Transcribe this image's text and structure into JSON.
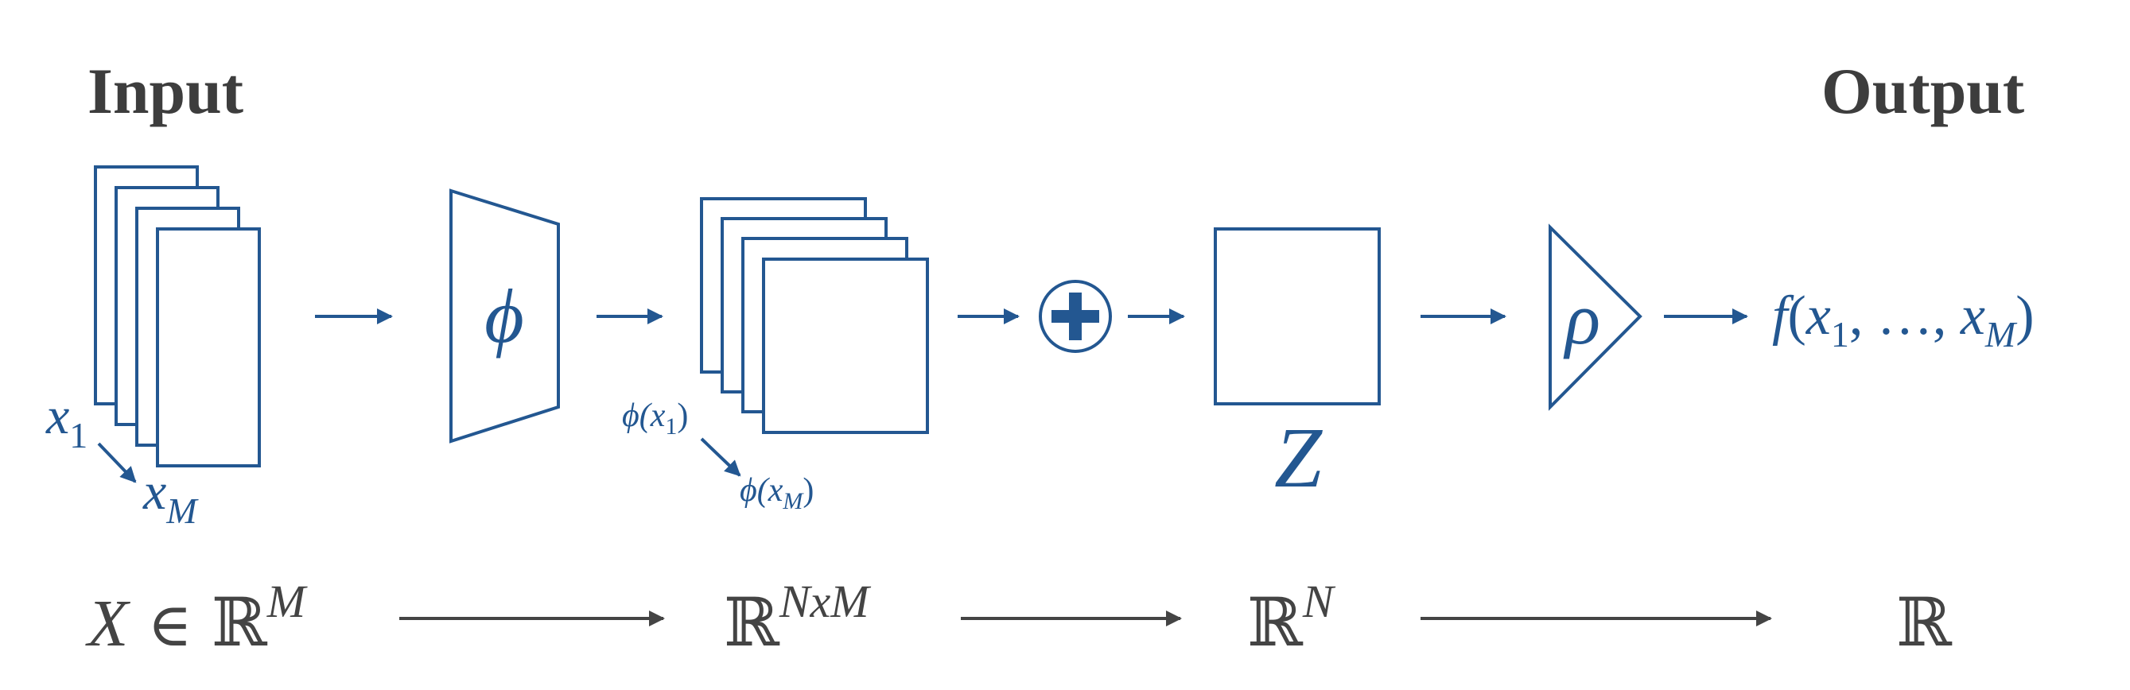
{
  "headings": {
    "input": "Input",
    "output": "Output"
  },
  "encoder": {
    "symbol": "ϕ"
  },
  "aggregator": {
    "symbol": "+"
  },
  "latent": {
    "symbol": "Z"
  },
  "decoder": {
    "symbol": "ρ"
  },
  "input_labels": {
    "first": {
      "base": "x",
      "sub": "1"
    },
    "last": {
      "base": "x",
      "sub": "M"
    }
  },
  "embedding_labels": {
    "first": {
      "fn": "ϕ(",
      "base": "x",
      "sub": "1",
      "close": ")"
    },
    "last": {
      "fn": "ϕ(",
      "base": "x",
      "sub": "M",
      "close": ")"
    }
  },
  "output_label": {
    "fn": "f",
    "open": "(",
    "first_base": "x",
    "first_sub": "1",
    "sep": ", …, ",
    "last_base": "x",
    "last_sub": "M",
    "close": ")"
  },
  "spaces": {
    "input": {
      "lhs": "X",
      "in": " ∈ ",
      "set": "ℝ",
      "sup": "M"
    },
    "embedding": {
      "set": "ℝ",
      "sup": "NxM"
    },
    "latent": {
      "set": "ℝ",
      "sup": "N"
    },
    "output": {
      "set": "ℝ"
    }
  },
  "colors": {
    "accent": "#235791",
    "text_gray": "#444444",
    "heading_gray": "#3d3d3d"
  }
}
